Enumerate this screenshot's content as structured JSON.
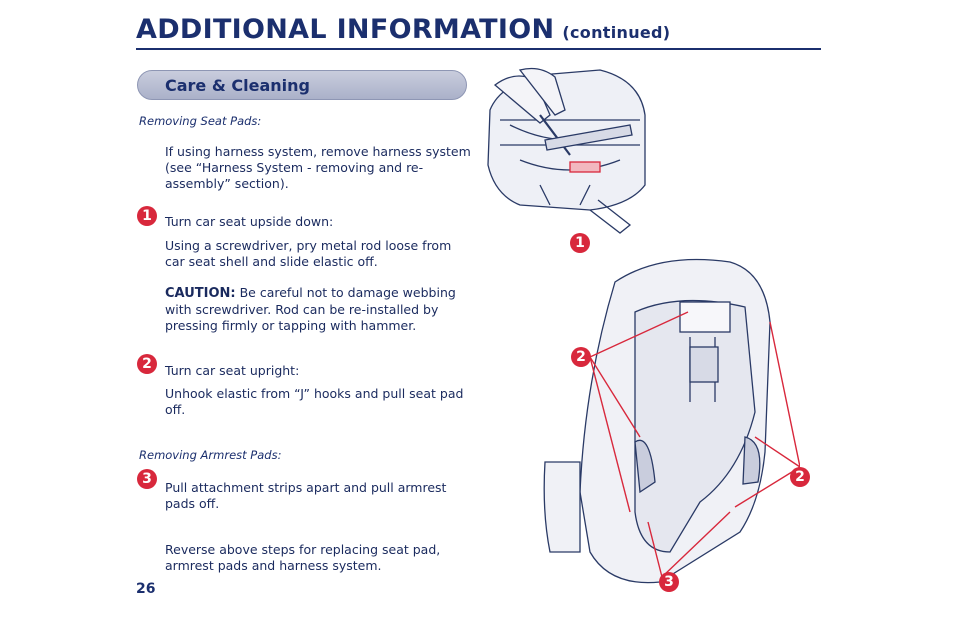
{
  "header": {
    "title": "ADDITIONAL INFORMATION",
    "title_suffix": "(continued)"
  },
  "section": {
    "title": "Care & Cleaning"
  },
  "removing_seat_pads": {
    "heading": "Removing Seat Pads:",
    "intro": "If using harness system, remove harness system (see “Harness System - removing and re-assembly” section).",
    "step1": {
      "number": "1",
      "line1": "Turn car seat upside down:",
      "line2": "Using a screwdriver, pry metal rod loose from car seat shell and slide elastic off.",
      "caution_label": "CAUTION:",
      "caution_text": "Be careful not to damage webbing with screwdriver.  Rod can be re-installed by pressing firmly or tapping with hammer."
    },
    "step2": {
      "number": "2",
      "line1": "Turn car seat upright:",
      "line2": "Unhook elastic from “J” hooks and pull seat pad off."
    }
  },
  "removing_armrest_pads": {
    "heading": "Removing Armrest Pads:",
    "step3": {
      "number": "3",
      "line1": "Pull attachment strips apart and pull armrest pads off."
    },
    "closing": "Reverse above steps for replacing seat pad, armrest pads and harness system."
  },
  "illustration_labels": {
    "top_callout": "1",
    "left_callout": "2",
    "right_callout": "2",
    "bottom_callout": "3"
  },
  "footer": {
    "page_number": "26"
  },
  "colors": {
    "navy": "#1b2f6e",
    "callout_red": "#d8283c"
  }
}
